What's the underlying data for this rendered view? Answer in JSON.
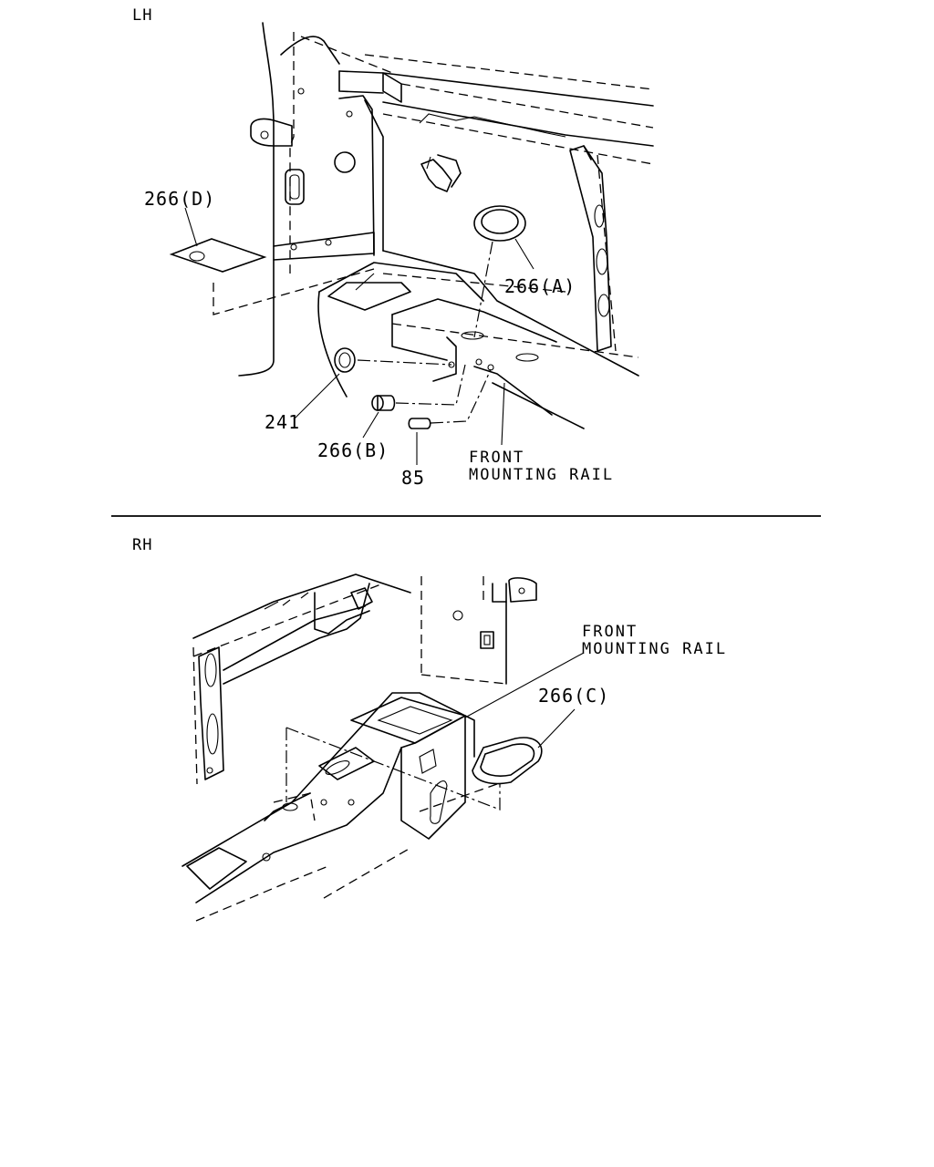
{
  "sections": {
    "lh": "LH",
    "rh": "RH"
  },
  "callouts": {
    "p266d": "266(D)",
    "p266a": "266(A)",
    "p241": "241",
    "p266b": "266(B)",
    "p85": "85",
    "p266c": "266(C)"
  },
  "rail_label": {
    "lh_line1": "FRONT",
    "lh_line2": "MOUNTING RAIL",
    "rh_line1": "FRONT",
    "rh_line2": "MOUNTING RAIL"
  }
}
